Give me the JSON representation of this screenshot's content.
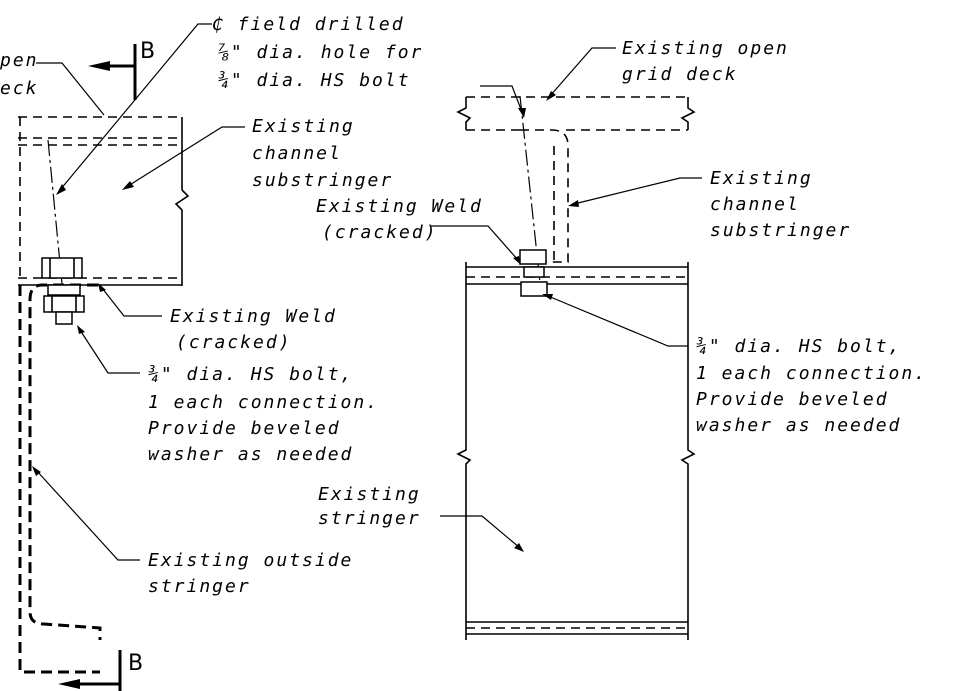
{
  "labels": {
    "deck_left_1": "pen",
    "deck_left_2": "eck",
    "hole_1": "₵ field drilled",
    "hole_2": "⅞\" dia. hole for",
    "hole_3": "¾\" dia. HS bolt",
    "sub_left_1": "Existing",
    "sub_left_2": "channel",
    "sub_left_3": "substringer",
    "weld_left_1": "Existing Weld",
    "weld_left_2": "(cracked)",
    "bolt_left_1": "¾\" dia. HS bolt,",
    "bolt_left_2": "1 each connection.",
    "bolt_left_3": "Provide beveled",
    "bolt_left_4": "washer as needed",
    "outside_1": "Existing outside",
    "outside_2": "stringer",
    "deck_right_1": "Existing open",
    "deck_right_2": "grid deck",
    "sub_right_1": "Existing",
    "sub_right_2": "channel",
    "sub_right_3": "substringer",
    "weld_right_1": "Existing Weld",
    "weld_right_2": "(cracked)",
    "bolt_right_1": "¾\" dia. HS bolt,",
    "bolt_right_2": "1 each connection.",
    "bolt_right_3": "Provide beveled",
    "bolt_right_4": "washer as needed",
    "stringer_1": "Existing",
    "stringer_2": "stringer",
    "section_top": "B",
    "section_bottom": "B"
  }
}
